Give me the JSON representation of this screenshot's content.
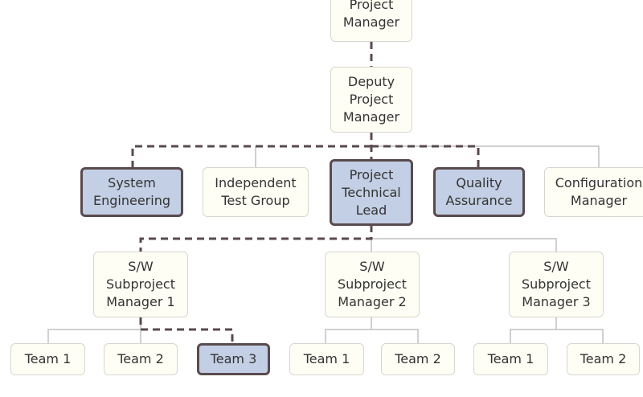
{
  "nodes": {
    "project_manager": "Project\nManager",
    "deputy_project_manager": "Deputy\nProject\nManager",
    "system_engineering": "System\nEngineering",
    "independent_test_group": "Independent\nTest Group",
    "project_technical_lead": "Project\nTechnical\nLead",
    "quality_assurance": "Quality\nAssurance",
    "configuration_manager": "Configuration\nManager",
    "sw_subproject_manager_1": "S/W\nSubproject\nManager 1",
    "sw_subproject_manager_2": "S/W\nSubproject\nManager 2",
    "sw_subproject_manager_3": "S/W\nSubproject\nManager 3",
    "spm1_team_1": "Team 1",
    "spm1_team_2": "Team 2",
    "spm1_team_3": "Team 3",
    "spm2_team_1": "Team 1",
    "spm2_team_2": "Team 2",
    "spm3_team_1": "Team 1",
    "spm3_team_2": "Team 2"
  },
  "colors": {
    "highlight_fill": "#c3cfe4",
    "highlight_border": "#5a4a4e",
    "node_fill": "#fffef5",
    "dashed_path": "#5a4a4e",
    "connector": "#c0c0c0"
  }
}
